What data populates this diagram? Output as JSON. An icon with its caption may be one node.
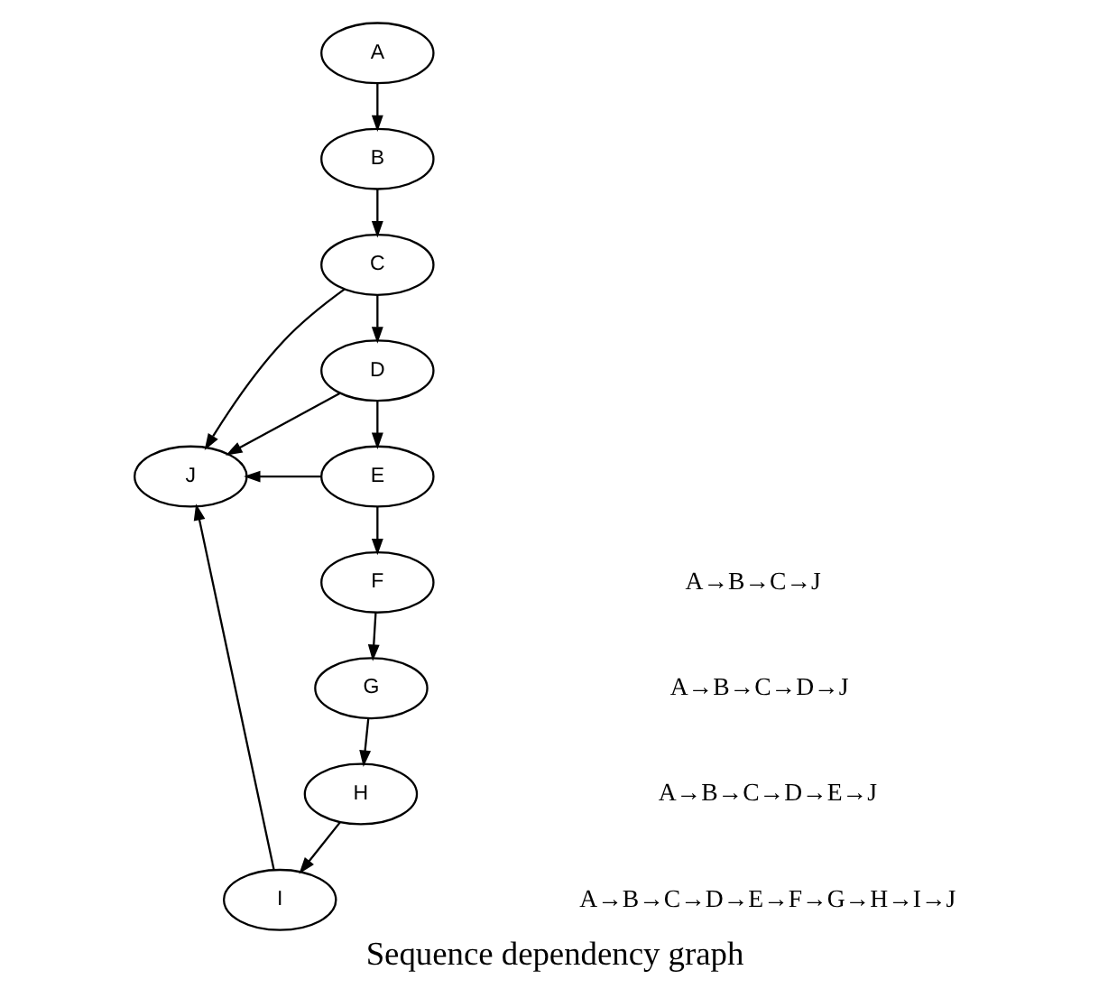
{
  "diagram": {
    "caption": "Sequence dependency graph",
    "nodes": [
      {
        "text": [
          "A"
        ]
      },
      {
        "text": [
          "B"
        ]
      },
      {
        "text": [
          "C"
        ]
      },
      {
        "text": [
          "D"
        ]
      },
      {
        "text": [
          "E"
        ]
      },
      {
        "text": [
          "F"
        ]
      },
      {
        "text": [
          "G"
        ]
      },
      {
        "text": [
          "H"
        ]
      },
      {
        "text": [
          "I"
        ]
      },
      {
        "text": [
          "J"
        ]
      }
    ],
    "edges": [
      {
        "from": 0,
        "to": 1,
        "arrow": "to"
      },
      {
        "from": 1,
        "to": 2,
        "arrow": "to"
      },
      {
        "from": 2,
        "to": 3,
        "arrow": "to"
      },
      {
        "from": 3,
        "to": 4,
        "arrow": "to"
      },
      {
        "from": 4,
        "to": 5,
        "arrow": "to"
      },
      {
        "from": 5,
        "to": 6,
        "arrow": "to"
      },
      {
        "from": 6,
        "to": 7,
        "arrow": "to"
      },
      {
        "from": 7,
        "to": 8,
        "arrow": "to"
      },
      {
        "from": 2,
        "to": 9,
        "arrow": "to"
      },
      {
        "from": 3,
        "to": 9,
        "arrow": "to"
      },
      {
        "from": 4,
        "to": 9,
        "arrow": "to"
      },
      {
        "from": 8,
        "to": 9,
        "arrow": "to"
      }
    ],
    "labels": [
      "A→B→C→J",
      "A→B→C→D→J",
      "A→B→C→D→E→J",
      "A→B→C→D→E→F→G→H→I→J"
    ]
  }
}
